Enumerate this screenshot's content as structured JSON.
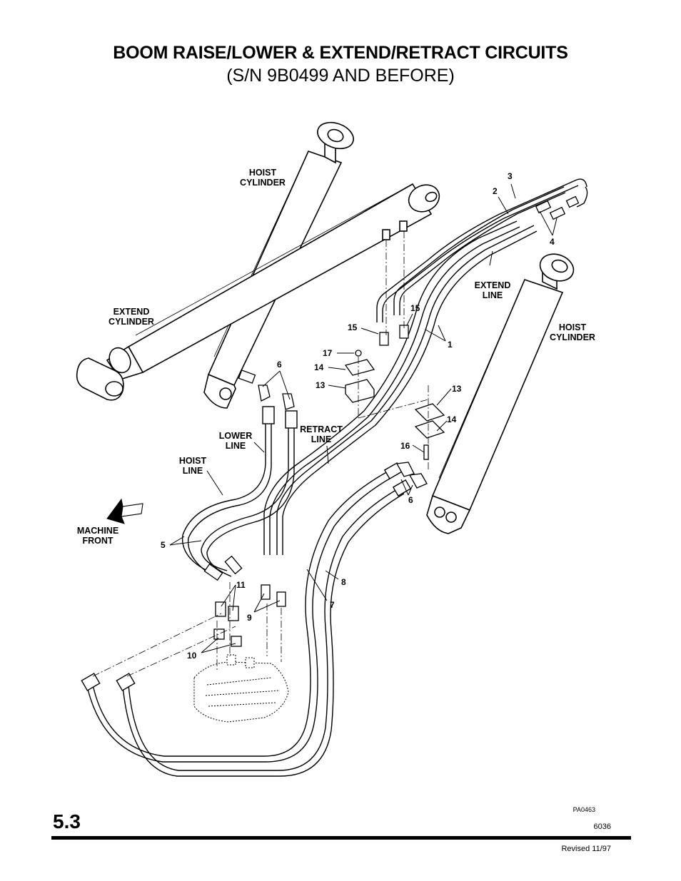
{
  "header": {
    "title": "BOOM RAISE/LOWER & EXTEND/RETRACT CIRCUITS",
    "subtitle": "(S/N 9B0499 AND BEFORE)"
  },
  "labels": {
    "hoist_cylinder_left": [
      "HOIST",
      "CYLINDER"
    ],
    "extend_cylinder": [
      "EXTEND",
      "CYLINDER"
    ],
    "extend_line": [
      "EXTEND",
      "LINE"
    ],
    "hoist_cylinder_right": [
      "HOIST",
      "CYLINDER"
    ],
    "lower_line": [
      "LOWER",
      "LINE"
    ],
    "retract_line": [
      "RETRACT",
      "LINE"
    ],
    "hoist_line": [
      "HOIST",
      "LINE"
    ],
    "machine_front": [
      "MACHINE",
      "FRONT"
    ]
  },
  "callouts": {
    "c1": "1",
    "c2": "2",
    "c3": "3",
    "c4": "4",
    "c5": "5",
    "c6a": "6",
    "c6b": "6",
    "c7": "7",
    "c8": "8",
    "c9": "9",
    "c10": "10",
    "c11": "11",
    "c13a": "13",
    "c13b": "13",
    "c14a": "14",
    "c14b": "14",
    "c15a": "15",
    "c15b": "15",
    "c16": "16",
    "c17": "17"
  },
  "footer": {
    "section": "5.3",
    "figure_code": "PA0463",
    "page_code": "6036",
    "revised": "Revised 11/97"
  }
}
